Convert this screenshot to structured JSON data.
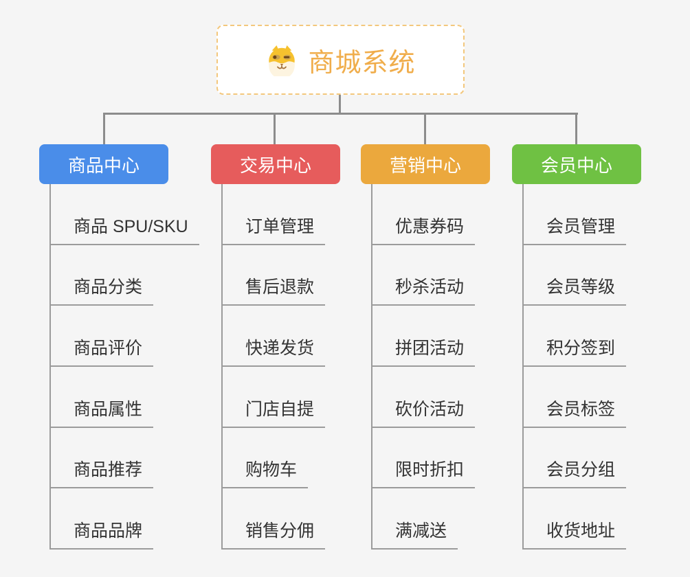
{
  "root": {
    "title": "商城系统",
    "icon": "dog-face-icon"
  },
  "branches": [
    {
      "label": "商品中心",
      "color": "#4a8de9",
      "children": [
        "商品 SPU/SKU",
        "商品分类",
        "商品评价",
        "商品属性",
        "商品推荐",
        "商品品牌"
      ]
    },
    {
      "label": "交易中心",
      "color": "#e65c5c",
      "children": [
        "订单管理",
        "售后退款",
        "快递发货",
        "门店自提",
        "购物车",
        "销售分佣"
      ]
    },
    {
      "label": "营销中心",
      "color": "#eba83d",
      "children": [
        "优惠券码",
        "秒杀活动",
        "拼团活动",
        "砍价活动",
        "限时折扣",
        "满减送"
      ]
    },
    {
      "label": "会员中心",
      "color": "#6fc143",
      "children": [
        "会员管理",
        "会员等级",
        "积分签到",
        "会员标签",
        "会员分组",
        "收货地址"
      ]
    }
  ],
  "style": {
    "background": "#f5f5f5",
    "connector_color": "#8c8c8c",
    "underline_color": "#9b9b9b",
    "root_border_color": "#f3c77c",
    "root_text_color": "#f0ad4b"
  }
}
